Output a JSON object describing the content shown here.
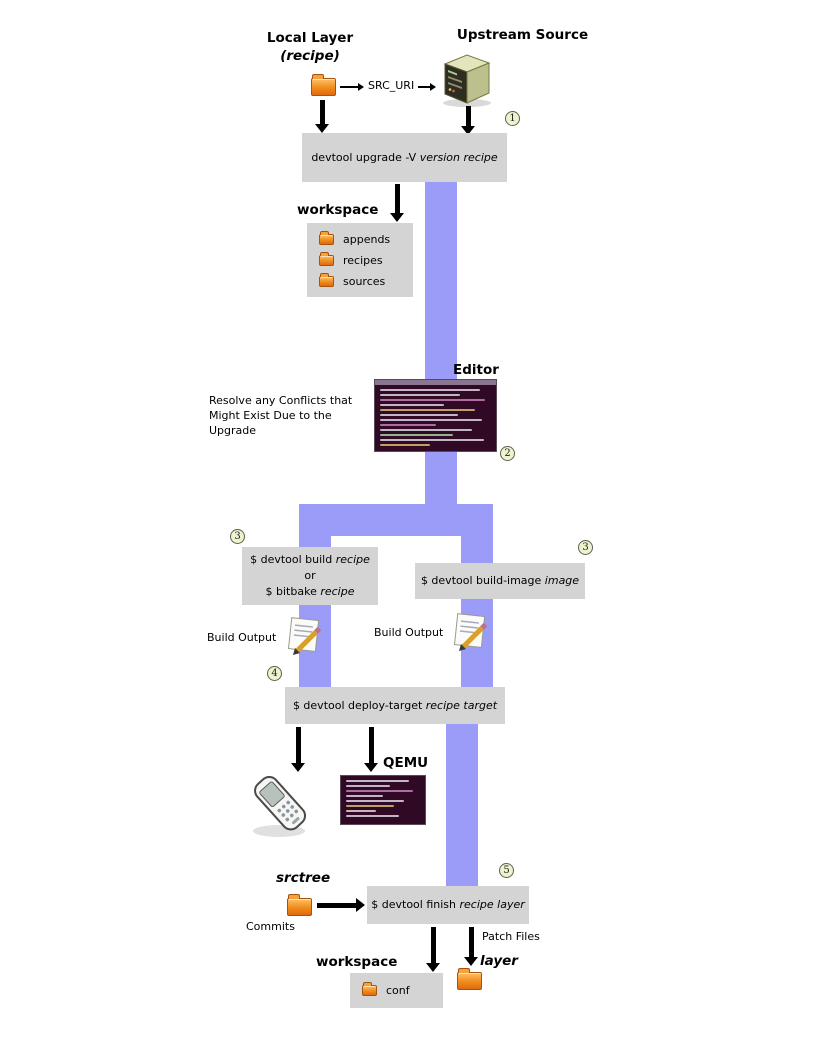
{
  "colors": {
    "band": "#9b9bf8",
    "box_bg": "#d4d4d4",
    "badge_bg": "#edf2cf",
    "terminal_bg": "#300a24"
  },
  "top": {
    "local_layer_title": "Local Layer",
    "local_layer_subtitle": "(recipe)",
    "src_uri": "SRC_URI",
    "upstream_source": "Upstream Source"
  },
  "badges": {
    "step1": "1",
    "step2": "2",
    "step3_left": "3",
    "step3_right": "3",
    "step4": "4",
    "step5": "5"
  },
  "upgrade_box": {
    "prefix": "devtool upgrade -V ",
    "em": "version recipe"
  },
  "workspace": {
    "title": "workspace",
    "items": [
      "appends",
      "recipes",
      "sources"
    ]
  },
  "editor": {
    "title": "Editor",
    "note": "Resolve any Conflicts that Might Exist Due to the Upgrade"
  },
  "build_box": {
    "line1_prefix": "$ devtool build ",
    "line1_em": "recipe",
    "or": "or",
    "line3_prefix": "$ bitbake ",
    "line3_em": "recipe"
  },
  "build_image_box": {
    "prefix": "$ devtool build-image ",
    "em": "image"
  },
  "build_output_left": "Build Output",
  "build_output_right": "Build Output",
  "deploy_box": {
    "prefix": "$ devtool deploy-target ",
    "em": "recipe target"
  },
  "qemu": {
    "title": "QEMU"
  },
  "finish_box": {
    "prefix": "$ devtool finish ",
    "em": "recipe layer"
  },
  "bottom": {
    "srctree": "srctree",
    "commits": "Commits",
    "patch_files": "Patch Files",
    "workspace_title": "workspace",
    "conf_item": "conf",
    "layer": "layer"
  }
}
